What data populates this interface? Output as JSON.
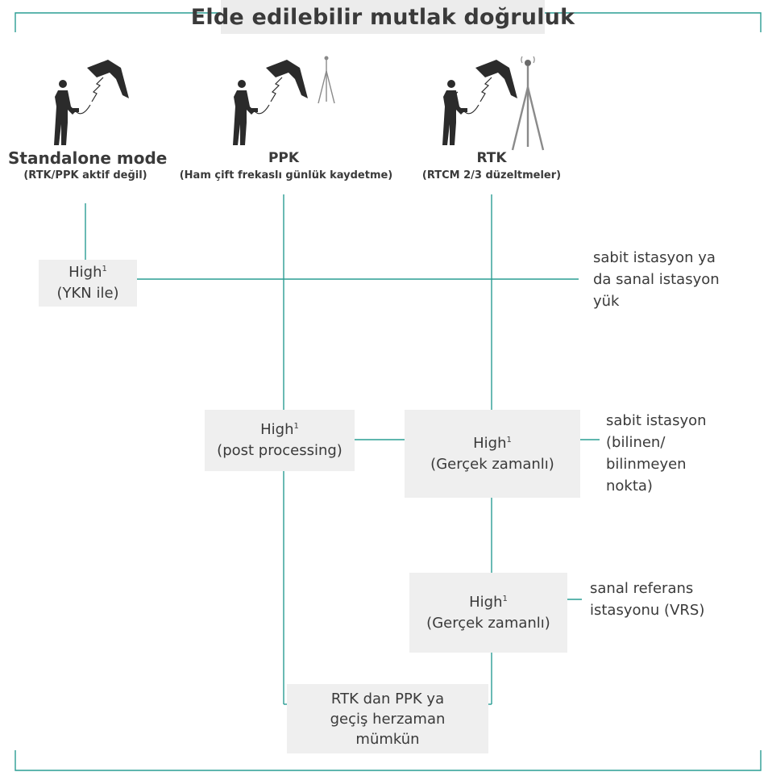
{
  "title": "Elde edilebilir mutlak doğruluk",
  "modes": [
    {
      "name": "Standalone mode",
      "subtitle": "(RTK/PPK aktif değil)"
    },
    {
      "name": "PPK",
      "subtitle": "(Ham çift frekaslı günlük kaydetme)"
    },
    {
      "name": "RTK",
      "subtitle": "(RTCM 2/3 düzeltmeler)"
    }
  ],
  "boxes": {
    "standalone": {
      "label": "High",
      "sup": "1",
      "detail": "(YKN ile)"
    },
    "ppk": {
      "label": "High",
      "sup": "1",
      "detail": "(post processing)"
    },
    "rtk_base": {
      "label": "High",
      "sup": "1",
      "detail": "(Gerçek zamanlı)"
    },
    "rtk_vrs": {
      "label": "High",
      "sup": "1",
      "detail": "(Gerçek zamanlı)"
    },
    "switch": {
      "line1": "RTK dan PPK ya",
      "line2": "geçiş herzaman",
      "line3": "mümkün"
    }
  },
  "side_labels": {
    "station_row": [
      "sabit istasyon ya",
      "da sanal istasyon",
      "yük"
    ],
    "base_row": [
      "sabit istasyon",
      "(bilinen/",
      "bilinmeyen",
      "nokta)"
    ],
    "vrs_row": [
      "sanal referans",
      "istasyonu (VRS)"
    ]
  },
  "colors": {
    "line": "#2a9d93",
    "box": "#efefef",
    "text": "#3a3a3a",
    "icon": "#2b2b2b",
    "tripod": "#8a8a8a"
  }
}
